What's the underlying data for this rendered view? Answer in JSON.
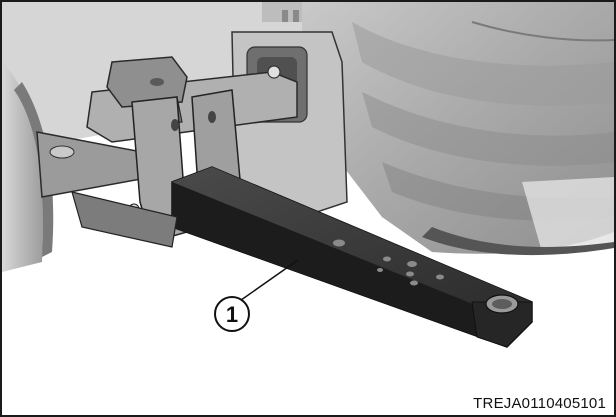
{
  "figure": {
    "callouts": [
      {
        "number": "1",
        "part": "drawbar"
      }
    ],
    "image_code": "TREJA0110405101"
  }
}
